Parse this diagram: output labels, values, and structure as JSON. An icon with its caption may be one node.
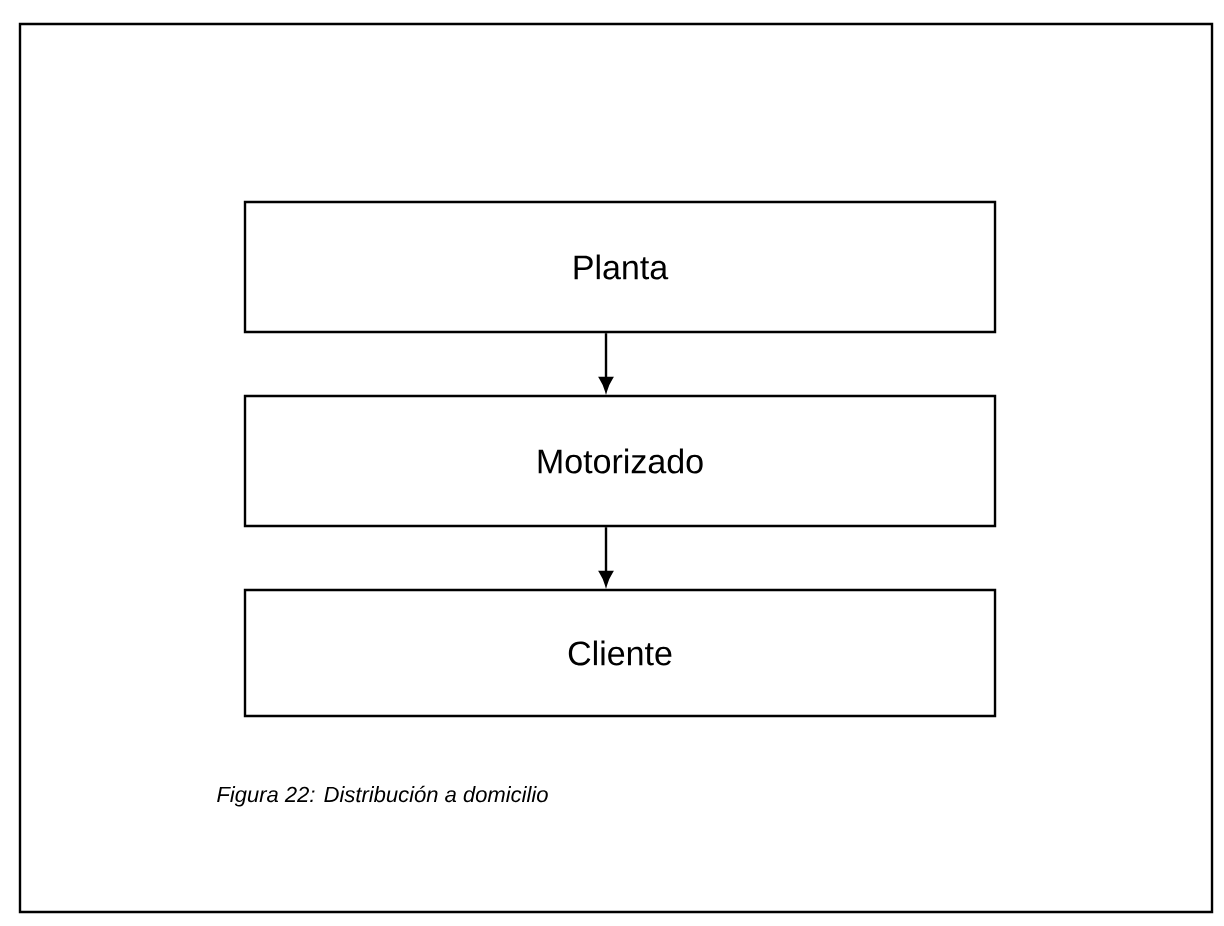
{
  "diagram": {
    "caption": "Figura 22: Distribución a domicilio",
    "nodes": [
      {
        "text": [
          "Planta"
        ]
      },
      {
        "text": [
          "Motorizado"
        ]
      },
      {
        "text": [
          "Cliente"
        ]
      }
    ],
    "edges": [
      {
        "from": 0,
        "to": 1,
        "arrow": "to"
      },
      {
        "from": 1,
        "to": 2,
        "arrow": "to"
      }
    ]
  }
}
